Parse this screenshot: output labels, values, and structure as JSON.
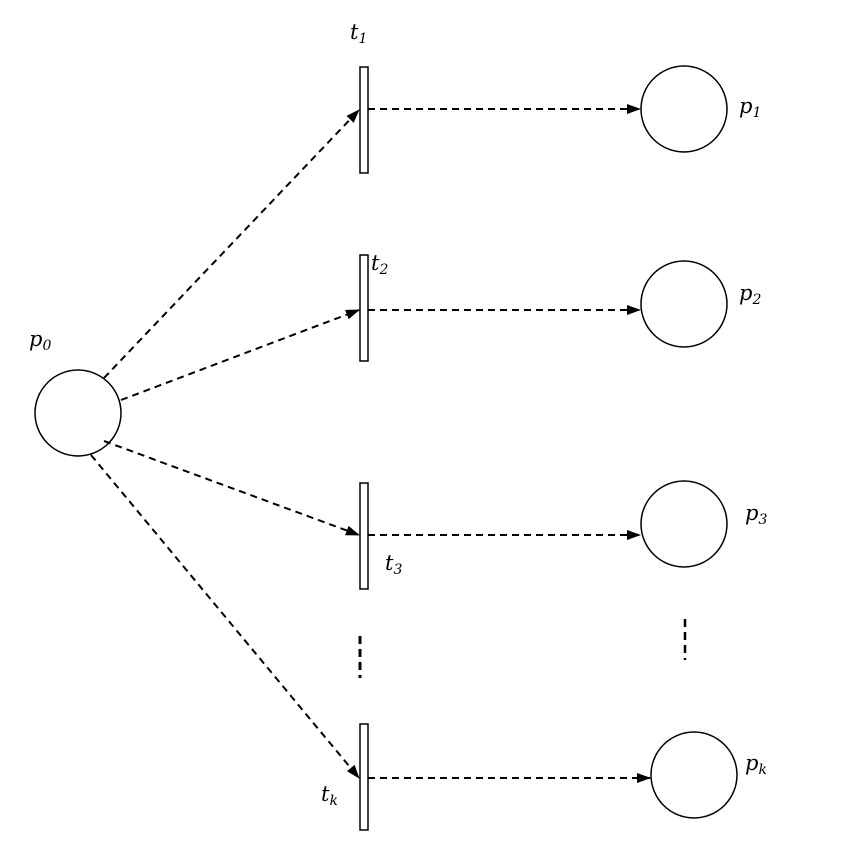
{
  "diagram": {
    "type": "petri-net",
    "line_color": "#000000",
    "background": "#ffffff",
    "places": {
      "p0": {
        "base": "p",
        "sub": "0"
      },
      "p1": {
        "base": "p",
        "sub": "1"
      },
      "p2": {
        "base": "p",
        "sub": "2"
      },
      "p3": {
        "base": "p",
        "sub": "3"
      },
      "pk": {
        "base": "p",
        "sub": "k"
      }
    },
    "transitions": {
      "t1": {
        "base": "t",
        "sub": "1"
      },
      "t2": {
        "base": "t",
        "sub": "2"
      },
      "t3": {
        "base": "t",
        "sub": "3"
      },
      "tk": {
        "base": "t",
        "sub": "k"
      }
    },
    "arcs": [
      {
        "from": "p0",
        "to": "t1",
        "style": "dashed"
      },
      {
        "from": "p0",
        "to": "t2",
        "style": "dashed"
      },
      {
        "from": "p0",
        "to": "t3",
        "style": "dashed"
      },
      {
        "from": "p0",
        "to": "tk",
        "style": "dashed"
      },
      {
        "from": "t1",
        "to": "p1",
        "style": "dashed"
      },
      {
        "from": "t2",
        "to": "p2",
        "style": "dashed"
      },
      {
        "from": "t3",
        "to": "p3",
        "style": "dashed"
      },
      {
        "from": "tk",
        "to": "pk",
        "style": "dashed"
      }
    ]
  }
}
